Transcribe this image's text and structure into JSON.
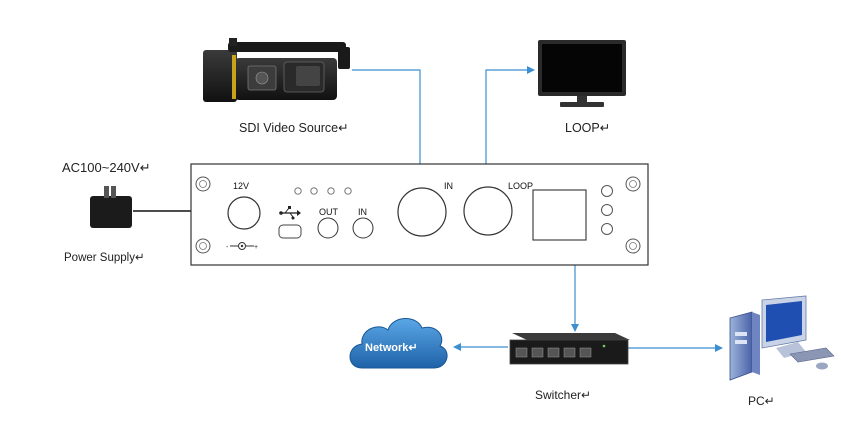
{
  "labels": {
    "sdi_source": "SDI Video Source↵",
    "loop_monitor": "LOOP↵",
    "ac_voltage": "AC100~240V↵",
    "power_supply": "Power Supply↵",
    "network": "Network↵",
    "switcher": "Switcher↵",
    "pc": "PC↵"
  },
  "panel": {
    "power_in": "12V",
    "out": "OUT",
    "in_small": "IN",
    "sdi_in": "IN",
    "sdi_loop": "LOOP"
  },
  "colors": {
    "arrow": "#3d8fd0",
    "wire": "#111111",
    "cloud": "#2e7bc4",
    "panel_stroke": "#333333"
  },
  "icons": [
    "camcorder-icon",
    "monitor-icon",
    "power-adapter-icon",
    "cloud-icon",
    "switch-icon",
    "pc-icon",
    "usb-icon",
    "dc-polarity-icon"
  ]
}
